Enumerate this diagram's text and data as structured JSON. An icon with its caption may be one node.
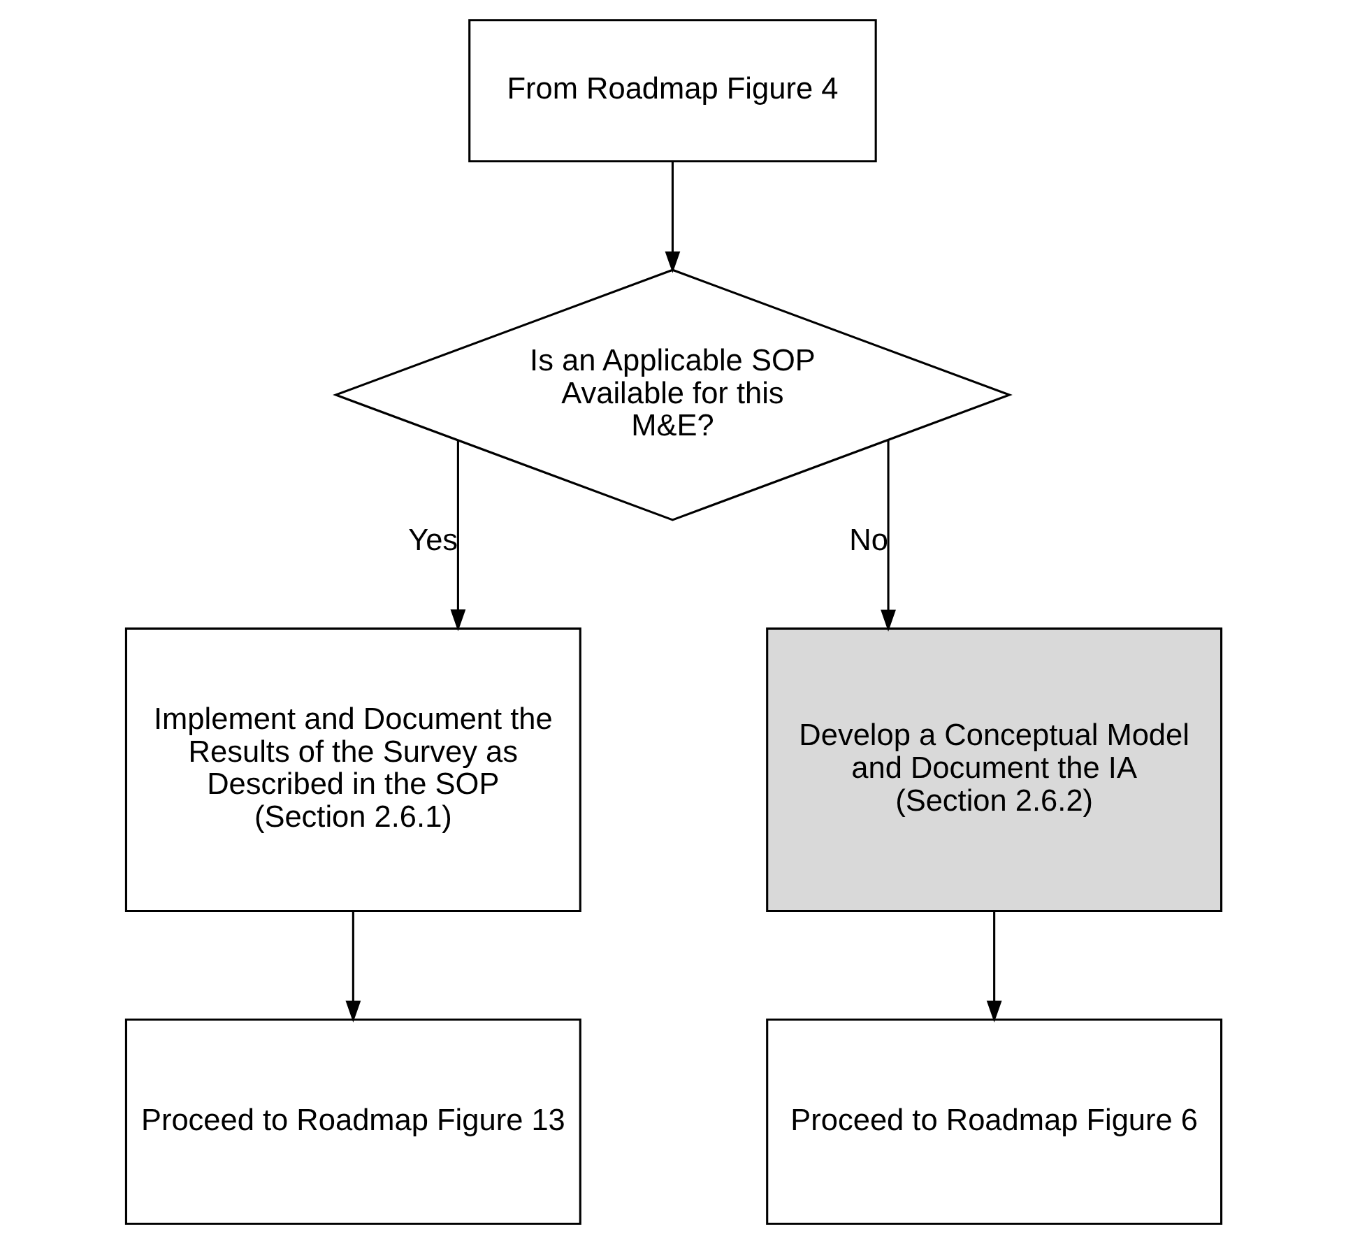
{
  "diagram": {
    "nodes": [
      {
        "text": [
          "From Roadmap Figure 4"
        ]
      },
      {
        "text": [
          "Is an Applicable SOP Available for this M&E?"
        ]
      },
      {
        "text": [
          "Implement and Document the Results of the Survey as Described in the SOP (Section 2.6.1)"
        ]
      },
      {
        "text": [
          "Develop a Conceptual Model and Document the IA (Section 2.6.2)"
        ]
      },
      {
        "text": [
          "Proceed to Roadmap Figure 13"
        ]
      },
      {
        "text": [
          "Proceed to Roadmap Figure 6"
        ]
      }
    ],
    "edges": [
      {
        "from": 0,
        "to": 1,
        "arrow": "to"
      },
      {
        "from": 1,
        "to": 2,
        "arrow": "to",
        "label": "Yes"
      },
      {
        "from": 1,
        "to": 3,
        "arrow": "to",
        "label": "No"
      },
      {
        "from": 2,
        "to": 4,
        "arrow": "to"
      },
      {
        "from": 3,
        "to": 5,
        "arrow": "to"
      }
    ]
  }
}
